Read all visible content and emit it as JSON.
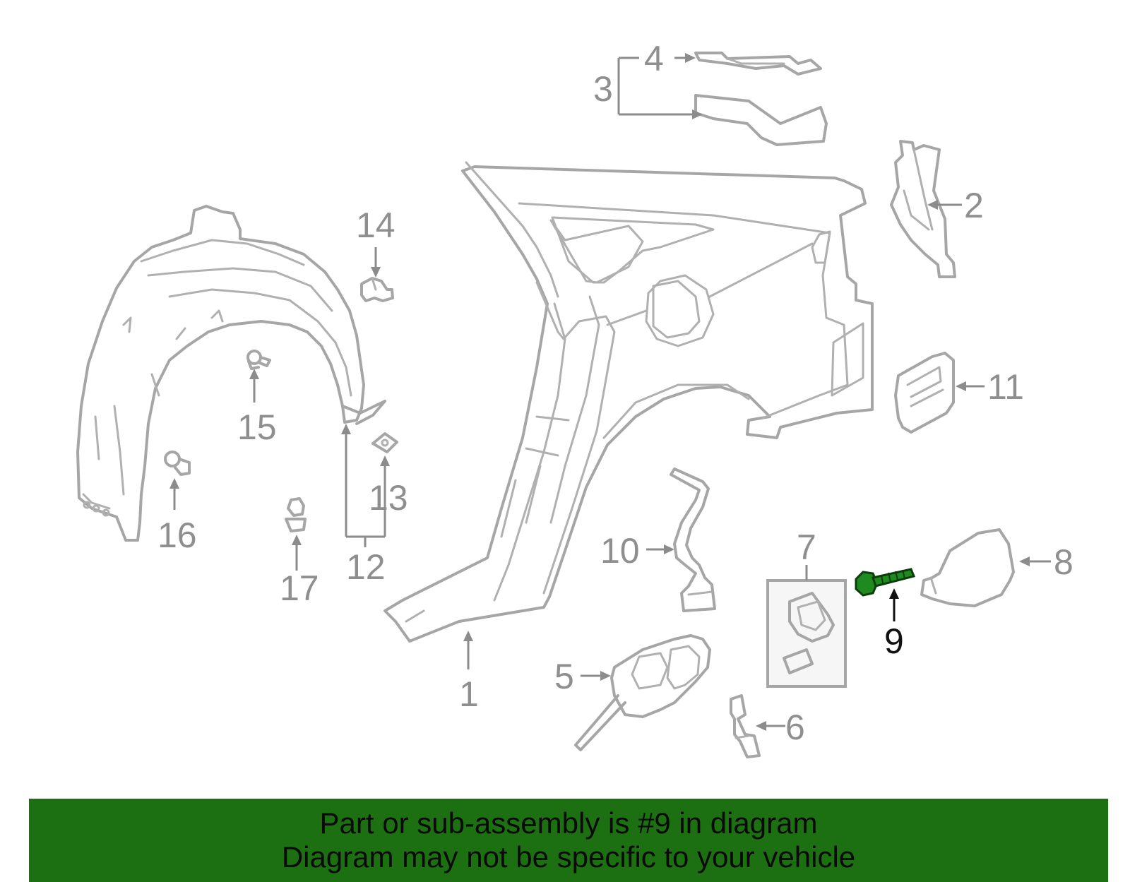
{
  "callouts": {
    "c1": "1",
    "c2": "2",
    "c3": "3",
    "c4": "4",
    "c5": "5",
    "c6": "6",
    "c7": "7",
    "c8": "8",
    "c9": "9",
    "c10": "10",
    "c11": "11",
    "c12": "12",
    "c13": "13",
    "c14": "14",
    "c15": "15",
    "c16": "16",
    "c17": "17"
  },
  "highlighted_part": "9",
  "banner": {
    "line1": "Part or sub-assembly is #9 in diagram",
    "line2": "Diagram may not be specific to your vehicle"
  },
  "colors": {
    "banner": "#1d7012",
    "highlight": "#1f8a1f",
    "linework": "#a6a6a6"
  }
}
